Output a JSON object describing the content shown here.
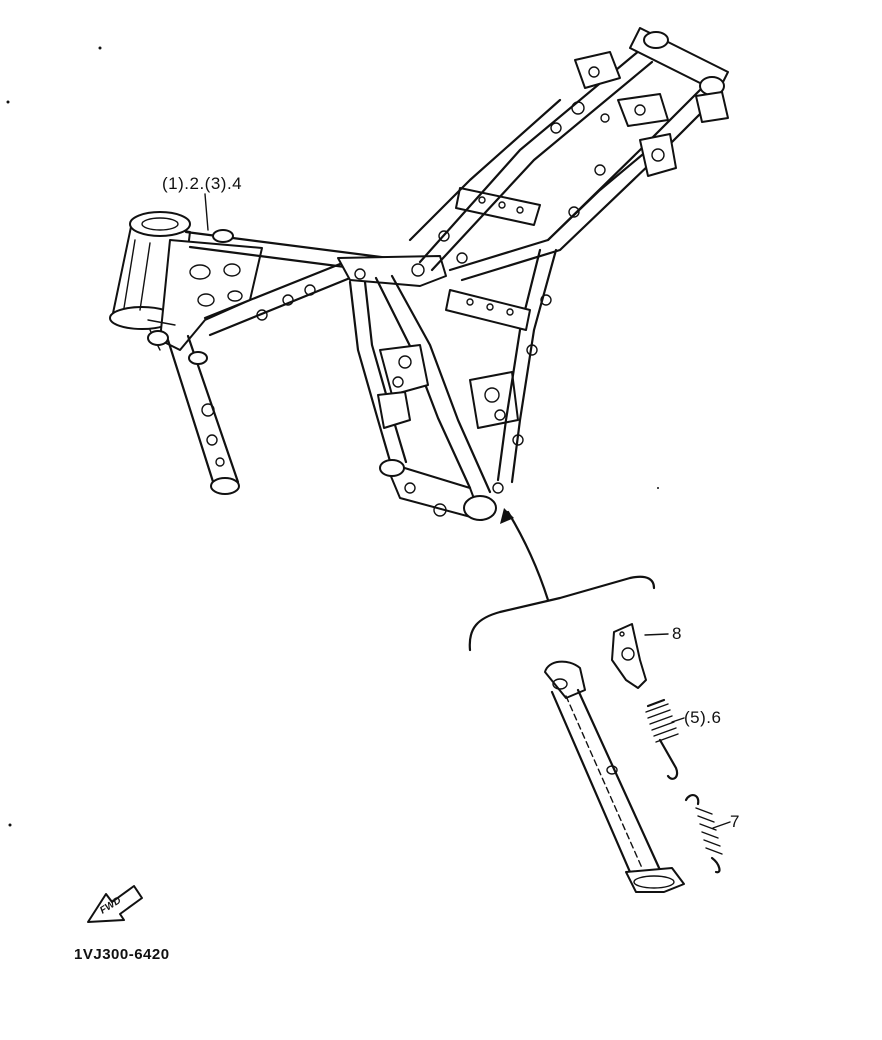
{
  "callouts": {
    "frame": "(1).2.(3).4",
    "bracket": "8",
    "spring_outer": "(5).6",
    "spring_inner": "7"
  },
  "fwd_icon": "FWD",
  "diagram_code": "1VJ300-6420"
}
